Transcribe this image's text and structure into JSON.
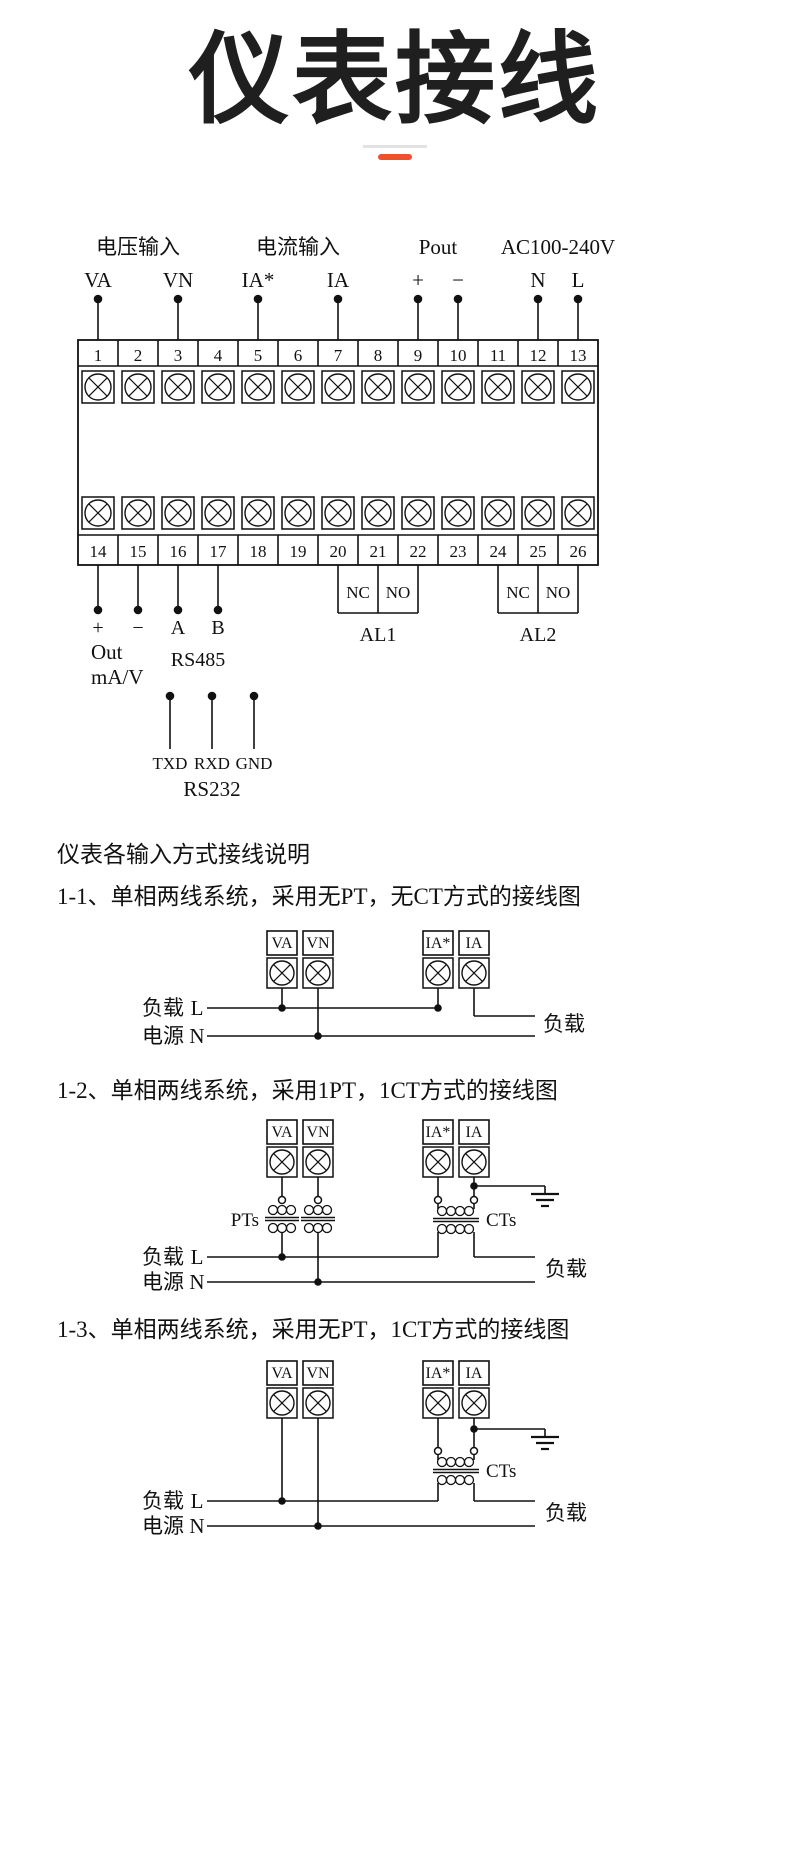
{
  "page": {
    "title": "仪表接线"
  },
  "colors": {
    "accent": "#f0512c"
  },
  "main_diagram": {
    "group_labels": [
      "电压输入",
      "电流输入",
      "Pout",
      "AC100-240V"
    ],
    "top_pins": [
      "VA",
      "VN",
      "IA*",
      "IA",
      "+",
      "−",
      "N",
      "L"
    ],
    "top_terminals": [
      "1",
      "2",
      "3",
      "4",
      "5",
      "6",
      "7",
      "8",
      "9",
      "10",
      "11",
      "12",
      "13"
    ],
    "bottom_terminals": [
      "14",
      "15",
      "16",
      "17",
      "18",
      "19",
      "20",
      "21",
      "22",
      "23",
      "24",
      "25",
      "26"
    ],
    "bottom_pins": [
      "+",
      "−",
      "A",
      "B"
    ],
    "out_label": {
      "line1": "Out",
      "line2": "mA/V"
    },
    "rs485_label": "RS485",
    "al1": {
      "contacts": [
        "NC",
        "NO"
      ],
      "label": "AL1"
    },
    "al2": {
      "contacts": [
        "NC",
        "NO"
      ],
      "label": "AL2"
    },
    "rs232": {
      "pins": [
        "TXD",
        "RXD",
        "GND"
      ],
      "label": "RS232"
    }
  },
  "sections": {
    "intro": "仪表各输入方式接线说明",
    "d1": {
      "heading": "1-1、单相两线系统，采用无PT，无CT方式的接线图",
      "terminals": [
        "VA",
        "VN",
        "IA*",
        "IA"
      ],
      "labels": {
        "load_left": "负载",
        "source_left": "电源",
        "line_l": "L",
        "line_n": "N",
        "load_right": "负载"
      }
    },
    "d2": {
      "heading": "1-2、单相两线系统，采用1PT，1CT方式的接线图",
      "terminals": [
        "VA",
        "VN",
        "IA*",
        "IA"
      ],
      "pts": "PTs",
      "cts": "CTs",
      "labels": {
        "load_left": "负载",
        "source_left": "电源",
        "line_l": "L",
        "line_n": "N",
        "load_right": "负载"
      }
    },
    "d3": {
      "heading": "1-3、单相两线系统，采用无PT，1CT方式的接线图",
      "terminals": [
        "VA",
        "VN",
        "IA*",
        "IA"
      ],
      "cts": "CTs",
      "labels": {
        "load_left": "负载",
        "source_left": "电源",
        "line_l": "L",
        "line_n": "N",
        "load_right": "负载"
      }
    }
  }
}
